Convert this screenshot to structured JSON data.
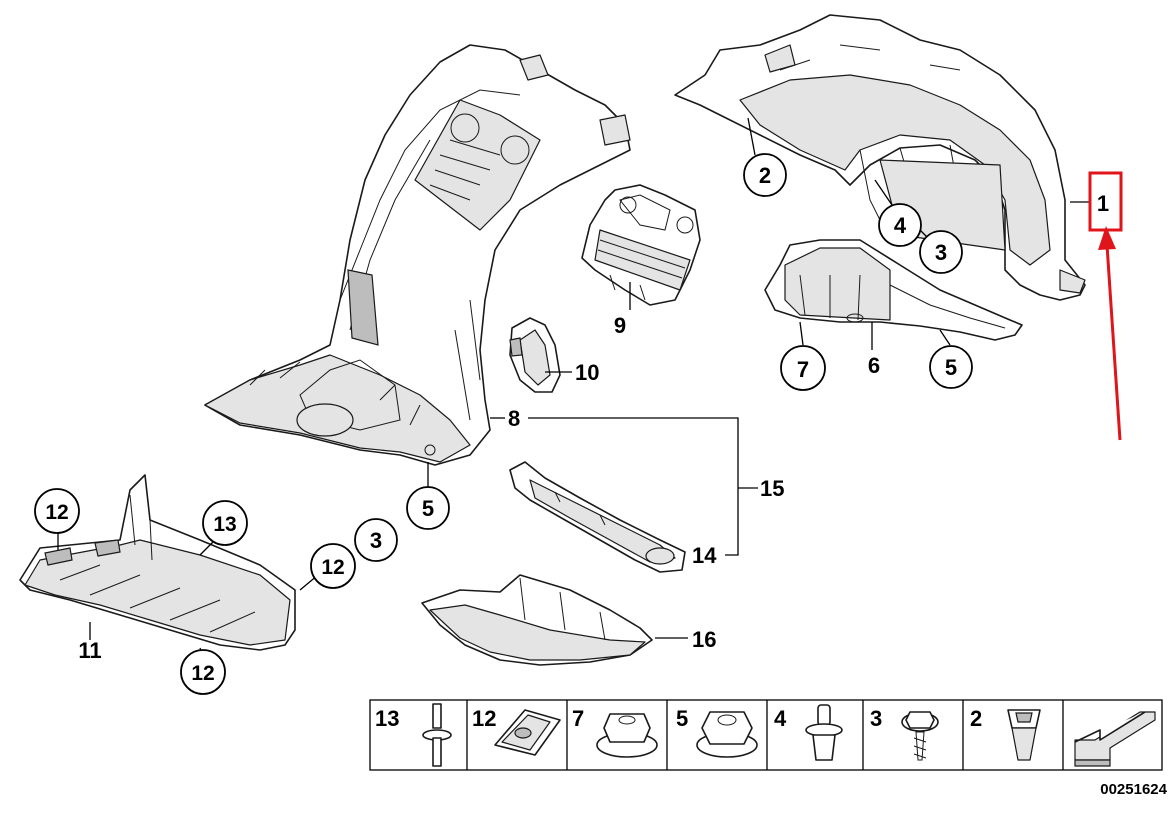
{
  "diagram": {
    "doc_number": "00251624",
    "highlight_color": "#e0141b",
    "callouts": {
      "c2": "2",
      "c4": "4",
      "c3a": "3",
      "c7": "7",
      "c5a": "5",
      "c5b": "5",
      "c12a": "12",
      "c13": "13",
      "c12b": "12",
      "c3b": "3",
      "c12c": "12"
    },
    "labels": {
      "l1": "1",
      "l6": "6",
      "l9": "9",
      "l10": "10",
      "l8": "8",
      "l15": "15",
      "l14": "14",
      "l11": "11",
      "l16": "16"
    },
    "legend": [
      {
        "num": "13",
        "icon": "push-rivet-icon"
      },
      {
        "num": "12",
        "icon": "clip-nut-icon"
      },
      {
        "num": "7",
        "icon": "collar-nut-icon"
      },
      {
        "num": "5",
        "icon": "collar-nut-icon"
      },
      {
        "num": "4",
        "icon": "expanding-rivet-icon"
      },
      {
        "num": "3",
        "icon": "self-tapping-screw-icon"
      },
      {
        "num": "2",
        "icon": "expanding-nut-icon"
      }
    ],
    "legend_arrow_icon": "direction-arrow-icon"
  }
}
